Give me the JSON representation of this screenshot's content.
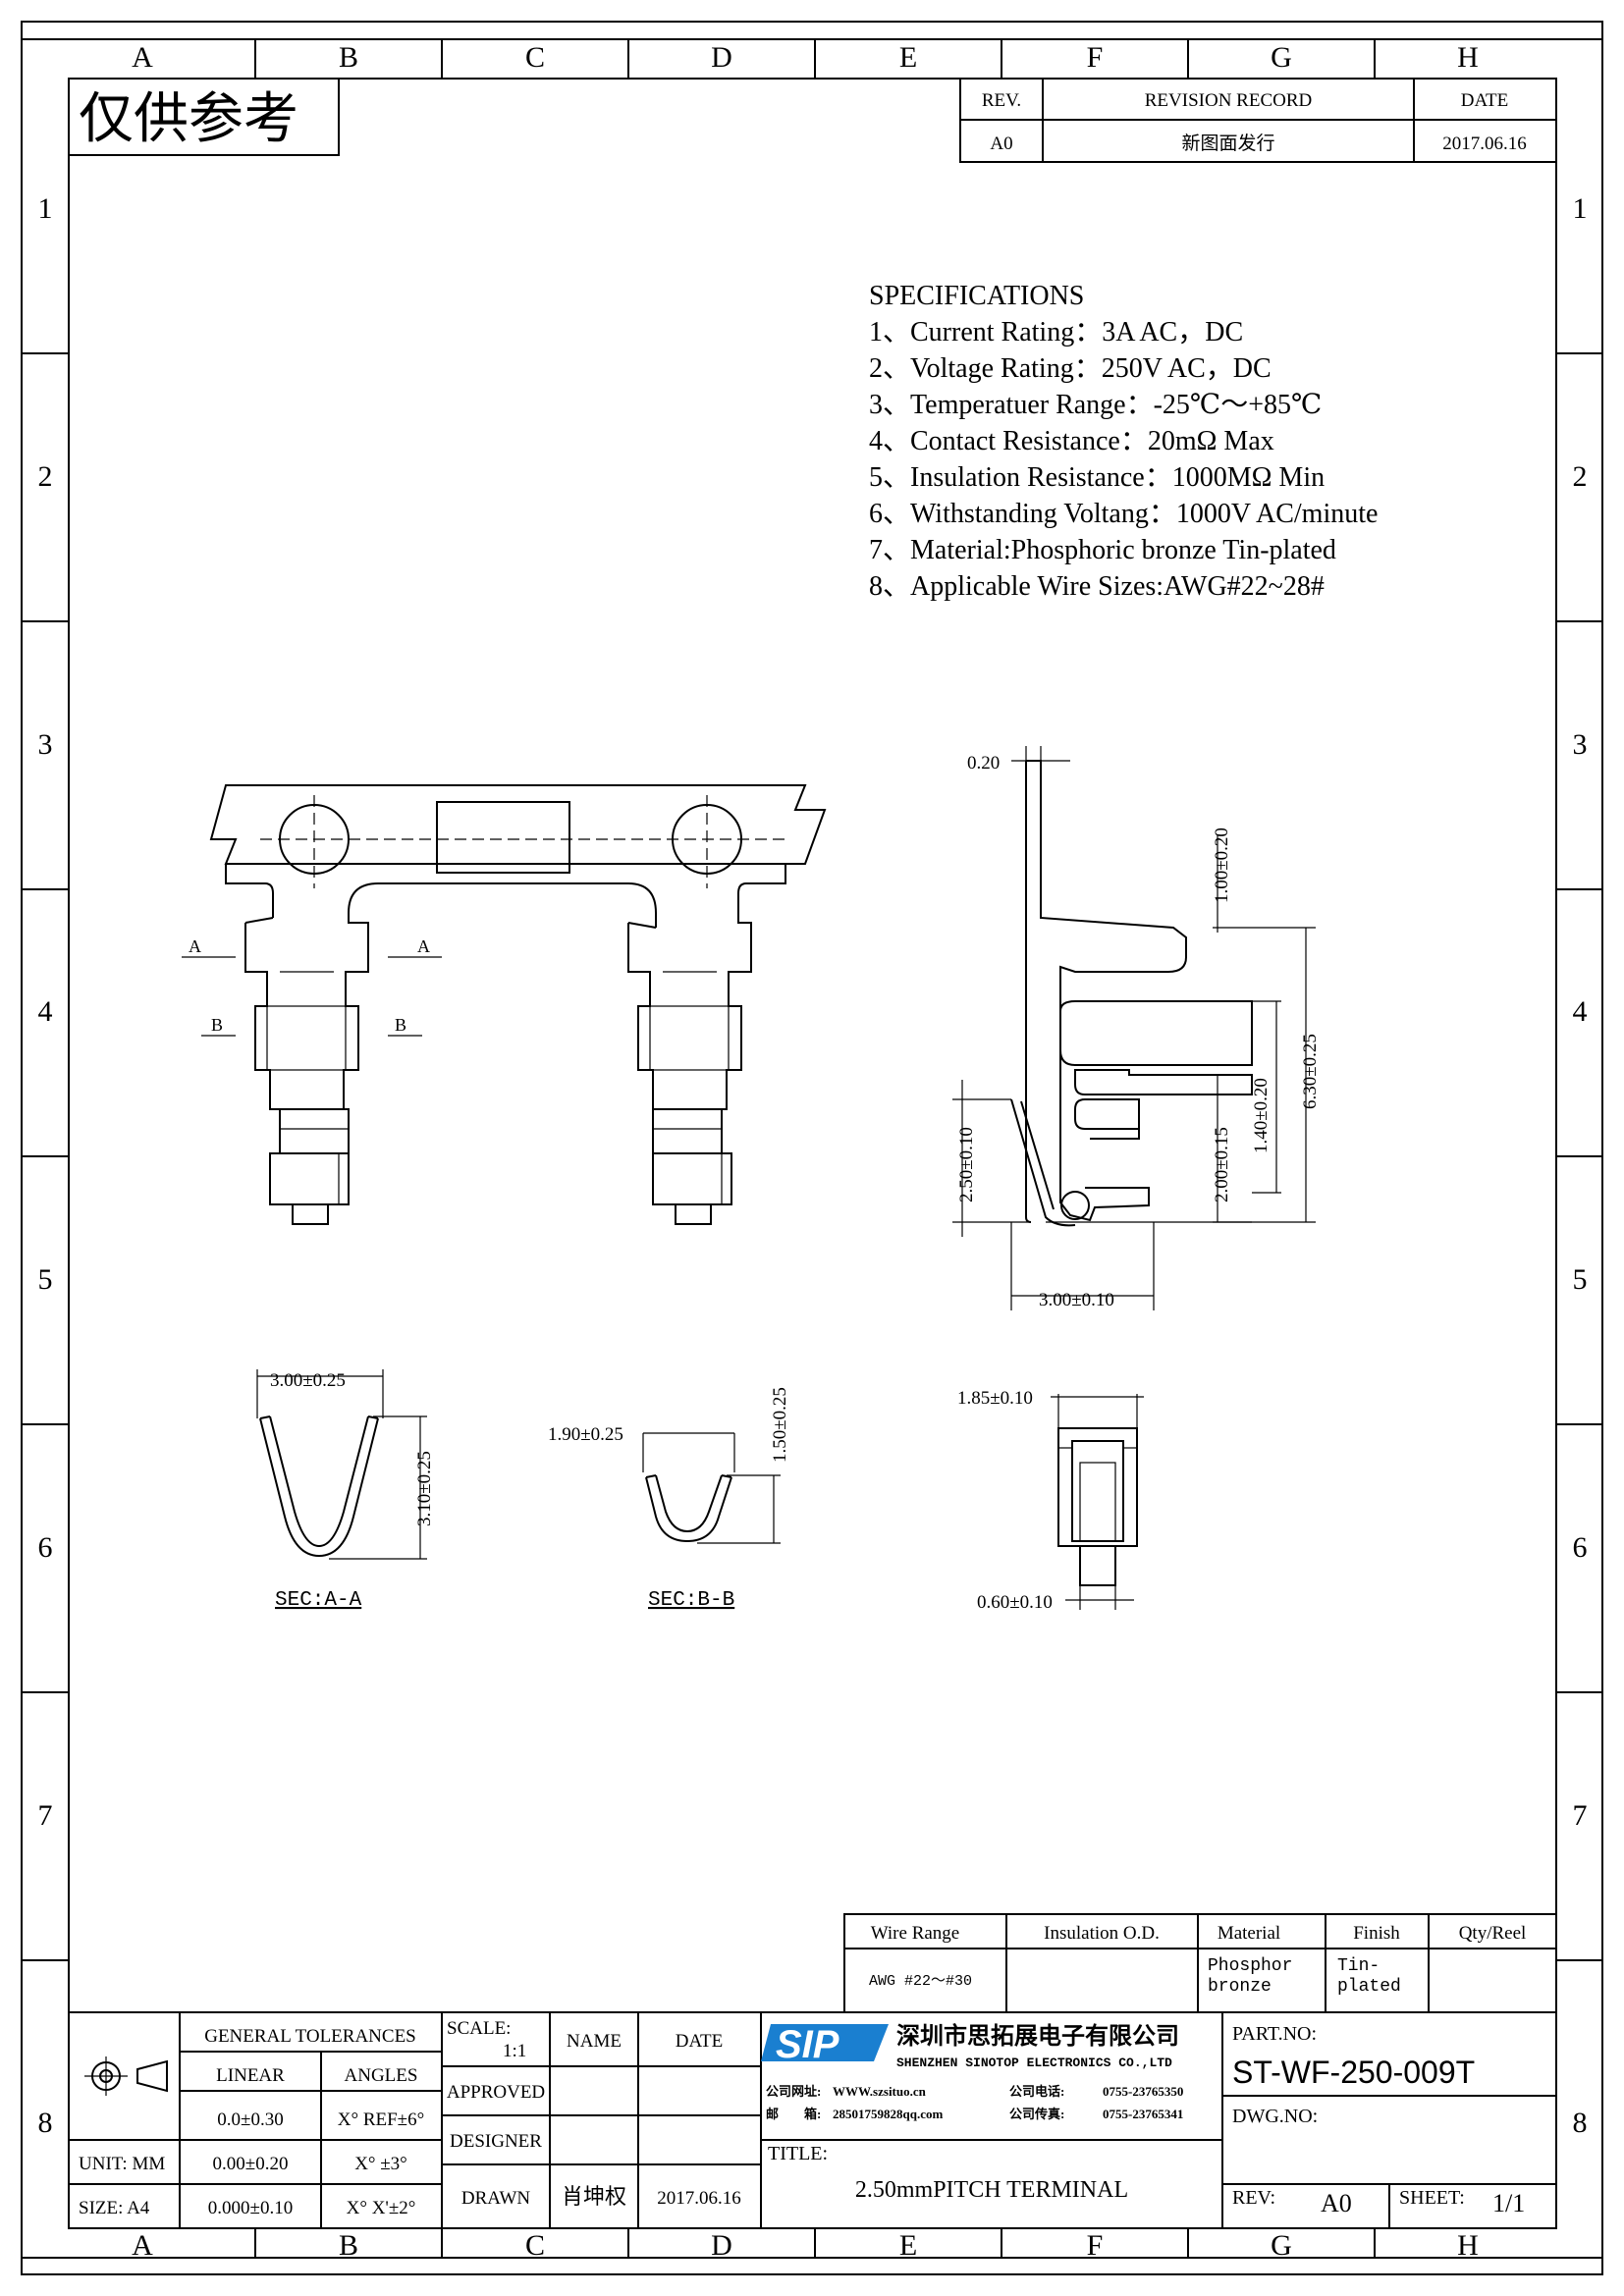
{
  "grid": {
    "columns": [
      "A",
      "B",
      "C",
      "D",
      "E",
      "F",
      "G",
      "H"
    ],
    "rows": [
      "1",
      "2",
      "3",
      "4",
      "5",
      "6",
      "7",
      "8"
    ]
  },
  "stamp": "仅供参考",
  "revision": {
    "rev_header": "REV.",
    "record_header": "REVISION RECORD",
    "date_header": "DATE",
    "rev": "A0",
    "record": "新图面发行",
    "date": "2017.06.16"
  },
  "specifications": {
    "title": "SPECIFICATIONS",
    "items": [
      "1、Current Rating：3A AC，DC",
      "2、Voltage Rating：250V AC，DC",
      "3、Temperatuer Range：-25℃～+85℃",
      "4、Contact Resistance：20mΩ Max",
      "5、Insulation Resistance：1000MΩ Min",
      "6、Withstanding Voltang：1000V AC/minute",
      "7、Material:Phosphoric bronze Tin-plated",
      "8、Applicable Wire Sizes:AWG#22~28#"
    ]
  },
  "front_view": {
    "label_a": "A",
    "label_b": "B"
  },
  "side_view": {
    "dim_020": "0.20",
    "dim_100": "1.00±0.20",
    "dim_630": "6.30±0.25",
    "dim_140": "1.40±0.20",
    "dim_200": "2.00±0.15",
    "dim_250": "2.50±0.10",
    "dim_300": "3.00±0.10"
  },
  "sections": {
    "aa_width": "3.00±0.25",
    "aa_height": "3.10±0.25",
    "aa_label": "SEC:A-A",
    "bb_width": "1.90±0.25",
    "bb_height": "1.50±0.25",
    "bb_label": "SEC:B-B",
    "end_width": "1.85±0.10",
    "end_pin": "0.60±0.10"
  },
  "wire_table": {
    "headers": [
      "Wire Range",
      "Insulation O.D.",
      "Material",
      "Finish",
      "Qty/Reel"
    ],
    "row": [
      "AWG #22～#30",
      "",
      "Phosphor bronze",
      "Tin-plated",
      ""
    ]
  },
  "title_block": {
    "general_tolerances": "GENERAL TOLERANCES",
    "linear": "LINEAR",
    "angles": "ANGLES",
    "tol_rows": [
      {
        "linear": "0.0±0.30",
        "angle": "X° REF±6°"
      },
      {
        "linear": "0.00±0.20",
        "angle": "X° ±3°"
      },
      {
        "linear": "0.000±0.10",
        "angle": "X° X'±2°"
      }
    ],
    "unit": "UNIT: MM",
    "size": "SIZE: A4",
    "scale_label": "SCALE:",
    "scale_value": "1:1",
    "name": "NAME",
    "date": "DATE",
    "approved": "APPROVED",
    "designer": "DESIGNER",
    "drawn": "DRAWN",
    "drawn_name": "肖坤权",
    "drawn_date": "2017.06.16",
    "logo_text": "SIP",
    "company_cn": "深圳市思拓展电子有限公司",
    "company_en": "SHENZHEN SINOTOP ELECTRONICS CO.,LTD",
    "web_label": "公司网址:",
    "web": "WWW.szsituo.cn",
    "mail_label": "邮　　箱:",
    "mail": "28501759828qq.com",
    "tel_label": "公司电话:",
    "tel": "0755-23765350",
    "fax_label": "公司传真:",
    "fax": "0755-23765341",
    "title_label": "TITLE:",
    "title": "2.50mmPITCH TERMINAL",
    "part_label": "PART.NO:",
    "part_no": "ST-WF-250-009T",
    "dwg_label": "DWG.NO:",
    "rev_label": "REV:",
    "rev_value": "A0",
    "sheet_label": "SHEET:",
    "sheet_value": "1/1"
  },
  "colors": {
    "line": "#000000",
    "logo": "#1a7fd0",
    "background": "#ffffff"
  }
}
